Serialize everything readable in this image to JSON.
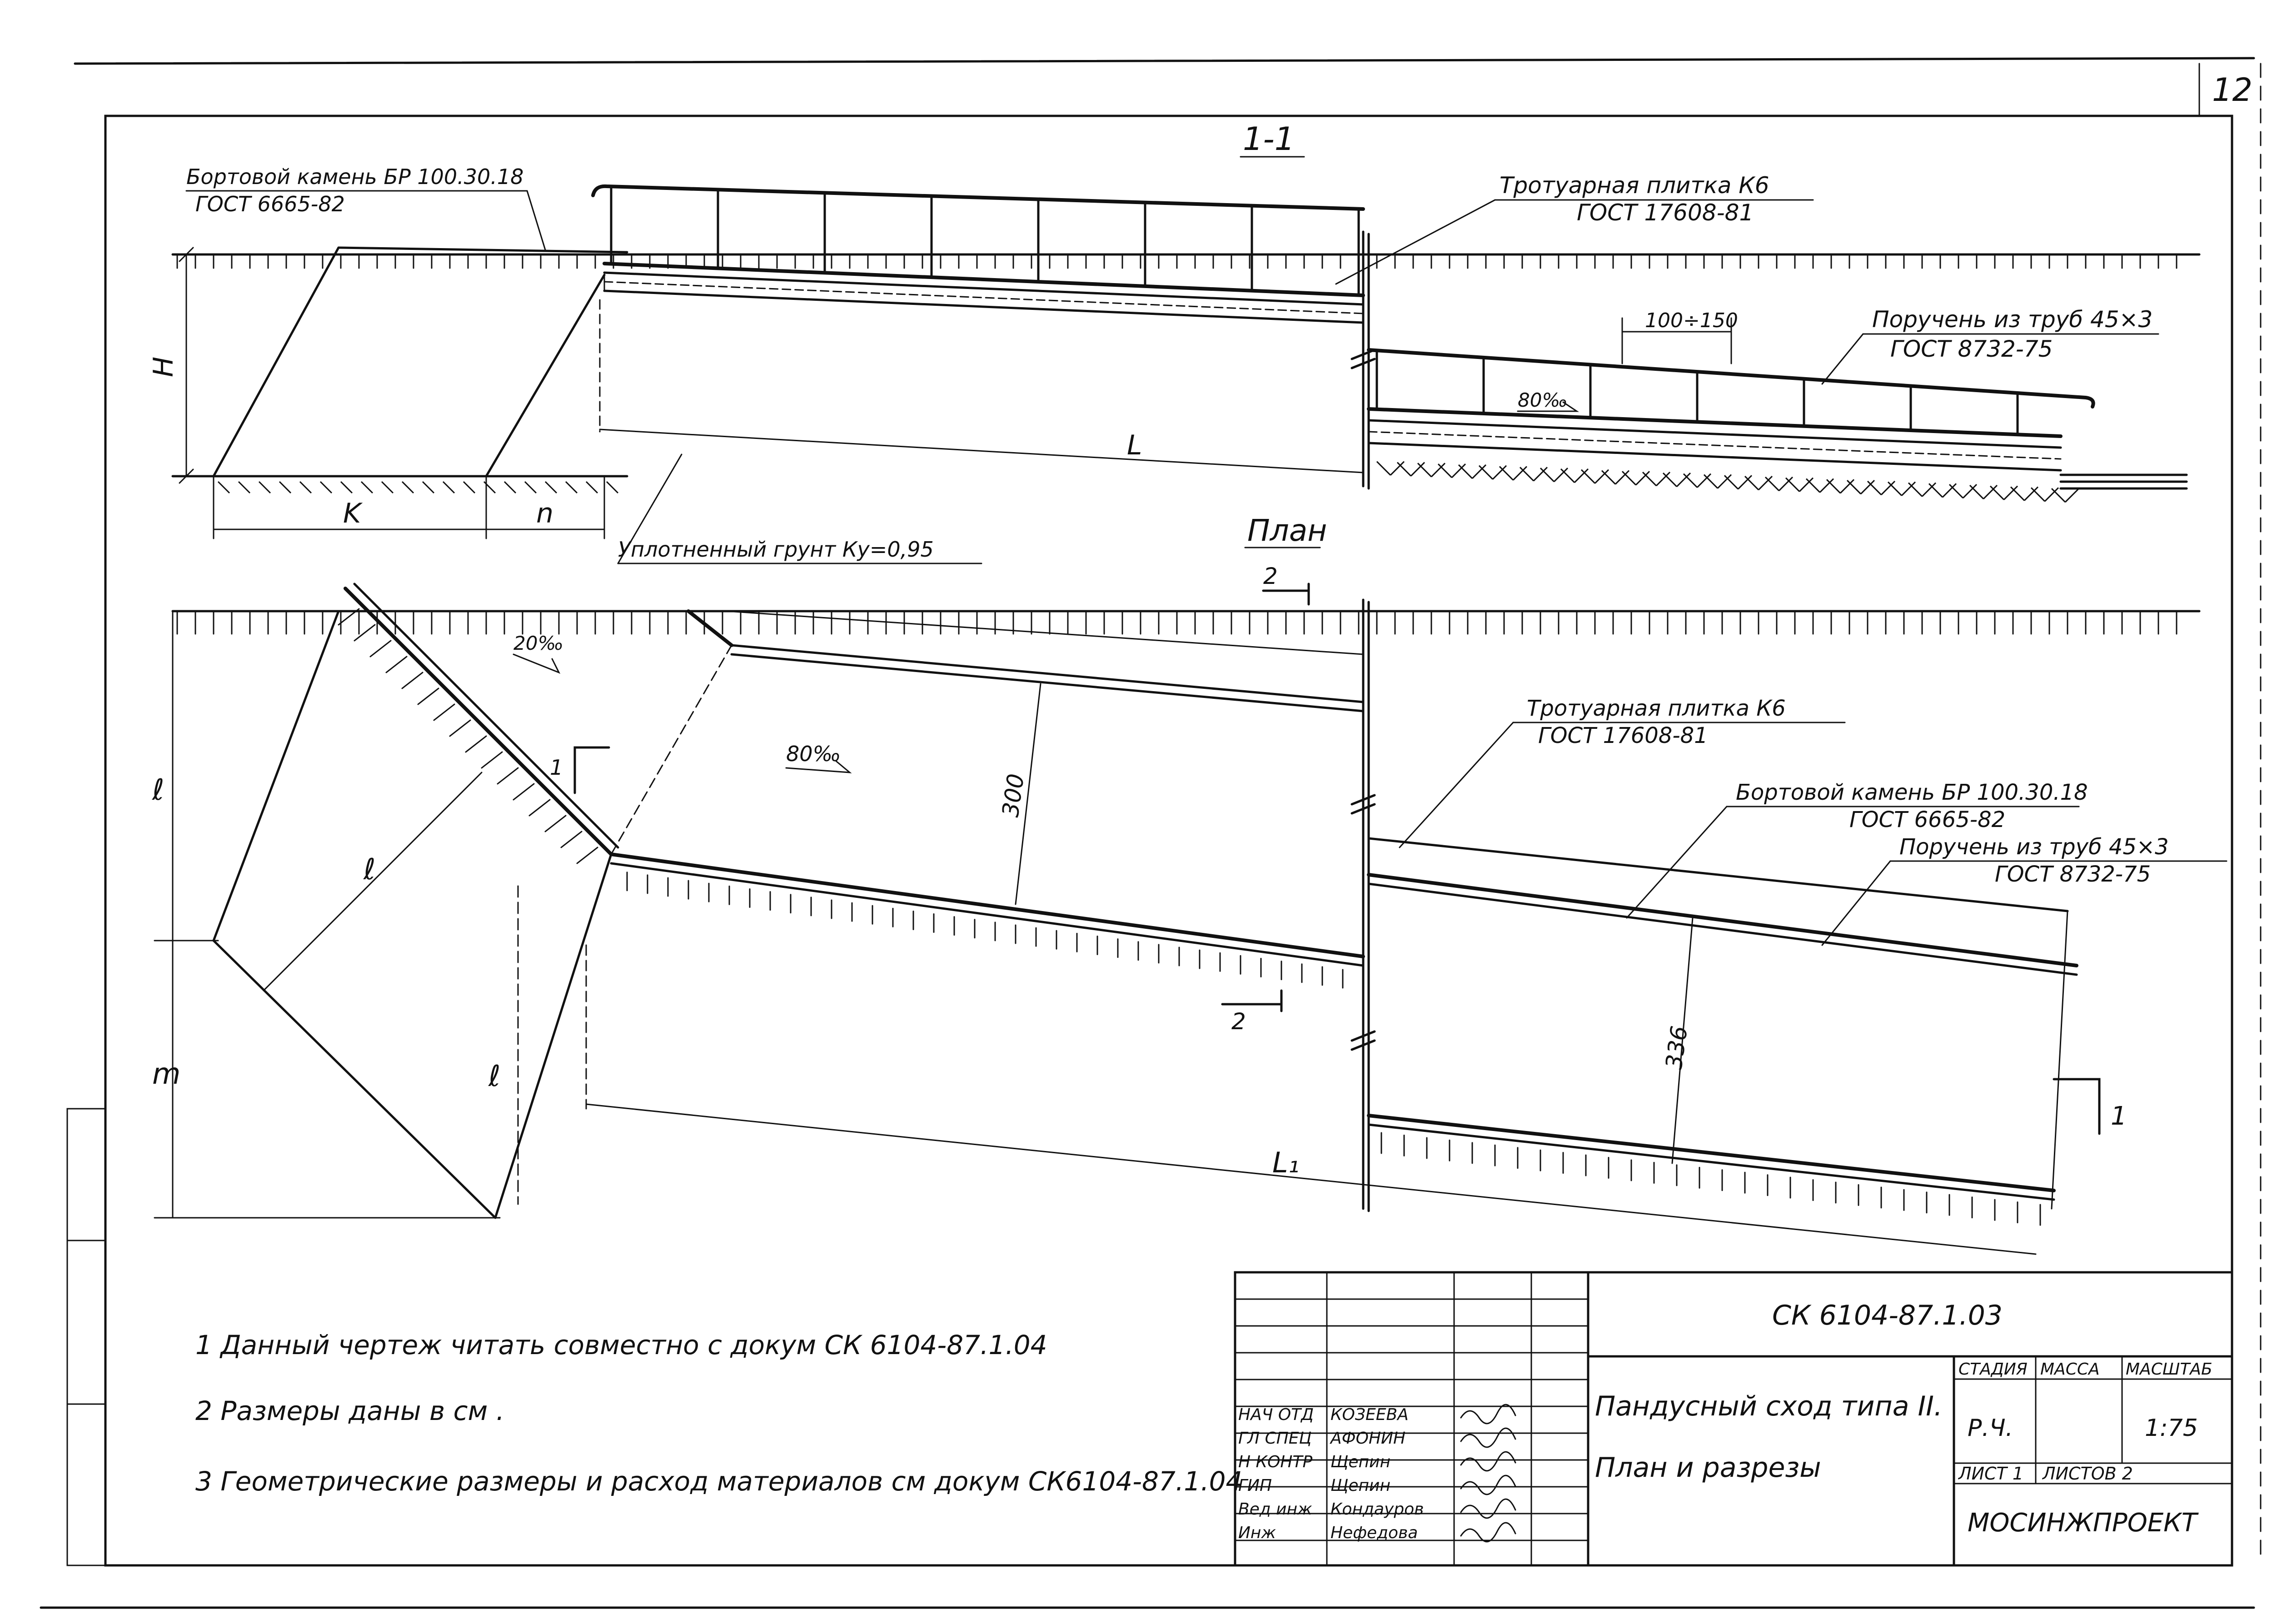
{
  "sheet_number": "12",
  "section": {
    "title": "1-1",
    "curb_label_line1": "Бортовой камень БР 100.30.18",
    "curb_label_line2": "ГОСТ 6665-82",
    "paving_label_line1": "Тротуарная плитка К6",
    "paving_label_line2": "ГОСТ 17608-81",
    "railing_label_line1": "Поручень из труб 45×3",
    "railing_label_line2": "ГОСТ 8732-75",
    "post_spacing": "100÷150",
    "slope": "80‰",
    "height_dim": "H",
    "length_dim": "L",
    "base_dim_k": "K",
    "base_dim_n": "n",
    "soil_label": "Уплотненный грунт Ку=0,95"
  },
  "plan": {
    "title": "План",
    "cut_mark_2": "2",
    "slope_top": "20‰",
    "slope_ramp": "80‰",
    "cut_mark_1": "1",
    "dim_l": "ℓ",
    "dim_m": "m",
    "dim_300": "300",
    "dim_336": "336",
    "length_dim": "L₁",
    "paving_label_line1": "Тротуарная плитка К6",
    "paving_label_line2": "ГОСТ 17608-81",
    "curb_label_line1": "Бортовой камень БР 100.30.18",
    "curb_label_line2": "ГОСТ 6665-82",
    "railing_label_line1": "Поручень из труб 45×3",
    "railing_label_line2": "ГОСТ 8732-75"
  },
  "notes": [
    "1 Данный чертеж читать совместно с докум СК 6104-87.1.04",
    "2 Размеры даны в см .",
    "3 Геометрические размеры и расход материалов см докум СК6104-87.1.04"
  ],
  "title_block": {
    "doc_code": "СК 6104-87.1.03",
    "title_line1": "Пандусный сход типа II.",
    "title_line2": "План и разрезы",
    "col_stage": "СТАДИЯ",
    "col_mass": "МАССА",
    "col_scale": "МАСШТАБ",
    "stage": "Р.Ч.",
    "mass": "",
    "scale": "1:75",
    "sheet_label": "ЛИСТ 1",
    "sheets_label": "ЛИСТОВ 2",
    "organization": "МОСИНЖПРОЕКТ",
    "roles": [
      {
        "role": "НАЧ ОТД",
        "name": "КОЗЕЕВА"
      },
      {
        "role": "ГЛ СПЕЦ",
        "name": "АФОНИН"
      },
      {
        "role": "Н КОНТР",
        "name": "Щепин"
      },
      {
        "role": "ГИП",
        "name": "Щепин"
      },
      {
        "role": "Вед инж",
        "name": "Кондауров"
      },
      {
        "role": "Инж",
        "name": "Нефедова"
      }
    ]
  }
}
